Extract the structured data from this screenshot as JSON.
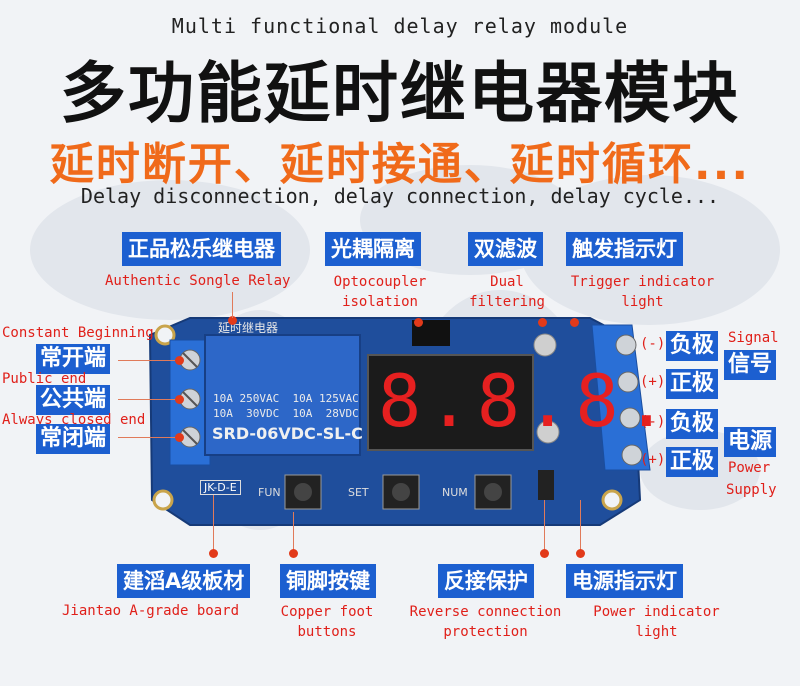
{
  "header": {
    "title_en": "Multi functional delay relay module",
    "title_cn": "多功能延时继电器模块",
    "subtitle_cn": "延时断开、延时接通、延时循环...",
    "subtitle_en": "Delay disconnection, delay connection, delay cycle..."
  },
  "top_features": [
    {
      "cn": "正品松乐继电器",
      "en": "Authentic Songle Relay"
    },
    {
      "cn": "光耦隔离",
      "en_1": "Optocoupler",
      "en_2": "isolation"
    },
    {
      "cn": "双滤波",
      "en_1": "Dual",
      "en_2": "filtering"
    },
    {
      "cn": "触发指示灯",
      "en_1": "Trigger indicator",
      "en_2": "light"
    }
  ],
  "left_terminals": [
    {
      "cn": "常开端",
      "en": "Constant Beginning"
    },
    {
      "cn": "公共端",
      "en": "Public end"
    },
    {
      "cn": "常闭端",
      "en": "Always closed end"
    }
  ],
  "right_terminals": {
    "signal_neg": {
      "cn": "负极",
      "mark": "(-)"
    },
    "signal_pos": {
      "cn": "正极",
      "mark": "(+)"
    },
    "power_neg": {
      "cn": "负极",
      "mark": "(-)"
    },
    "power_pos": {
      "cn": "正极",
      "mark": "(+)"
    },
    "signal_en": "Signal",
    "signal_cn": "信号",
    "power_cn": "电源",
    "power_en_1": "Power",
    "power_en_2": "Supply"
  },
  "bottom_features": [
    {
      "cn": "建滔A级板材",
      "en": "Jiantao A-grade board"
    },
    {
      "cn": "铜脚按键",
      "en_1": "Copper foot",
      "en_2": "buttons"
    },
    {
      "cn": "反接保护",
      "en_1": "Reverse connection",
      "en_2": "protection"
    },
    {
      "cn": "电源指示灯",
      "en_1": "Power indicator",
      "en_2": "light"
    }
  ],
  "board": {
    "relay_line1": "10A 250VAC  10A 125VAC",
    "relay_line2": "10A  30VDC  10A  28VDC",
    "relay_model": "SRD-06VDC-SL-C",
    "relay_top_text": "延时继电器",
    "display": "8.8.8.",
    "button_fun": "FUN",
    "button_set": "SET",
    "button_num": "NUM",
    "board_label": "JK-D-E"
  },
  "colors": {
    "accent_blue": "#1c5fd0",
    "accent_red": "#e0201a",
    "accent_orange": "#f06a1a",
    "pcb_blue": "#1f4e9c"
  }
}
